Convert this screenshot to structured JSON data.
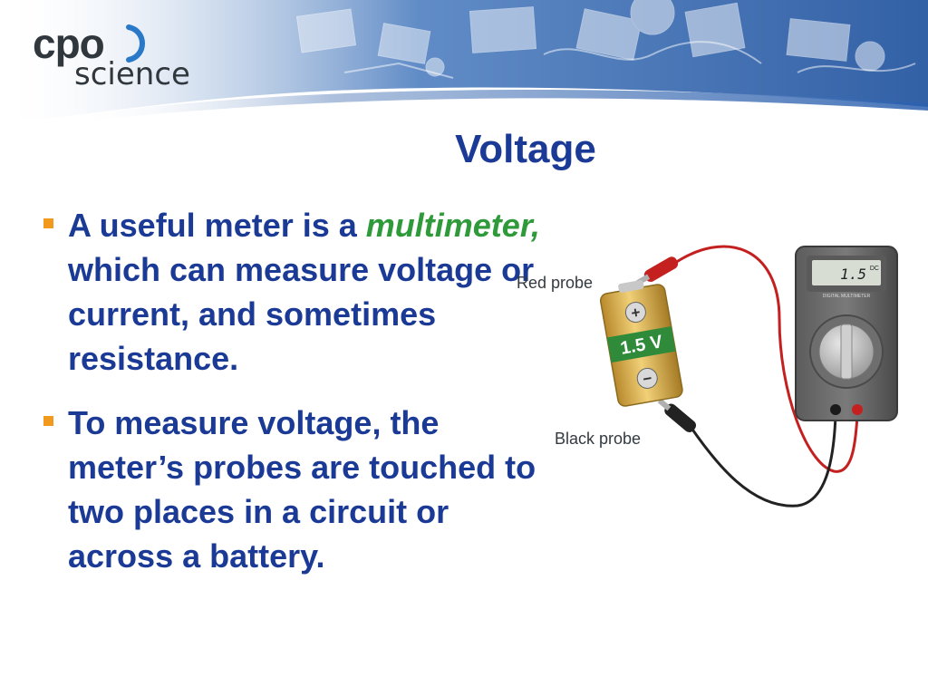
{
  "logo": {
    "line1": "cpo",
    "line2": "science"
  },
  "slide": {
    "title": "Voltage",
    "bullets": [
      {
        "text_before": "A useful meter is a ",
        "emphasis": "multimeter,",
        "text_after": " which can measure voltage or current, and sometimes resistance."
      },
      {
        "text": "To measure voltage, the meter’s probes are touched to two places in a circuit or across a battery."
      }
    ]
  },
  "figure": {
    "red_probe_label": "Red probe",
    "black_probe_label": "Black probe",
    "battery_label": "1.5 V",
    "battery_plus": "+",
    "battery_minus": "−",
    "meter_display": "1.5",
    "meter_unit": "DC",
    "meter_caption": "DIGITAL MULTIMETER"
  },
  "colors": {
    "title": "#1a3a96",
    "body_text": "#1a3a96",
    "emphasis": "#2e9a3a",
    "bullet_marker": "#f19a1e",
    "header_band": "#1f56a8"
  }
}
